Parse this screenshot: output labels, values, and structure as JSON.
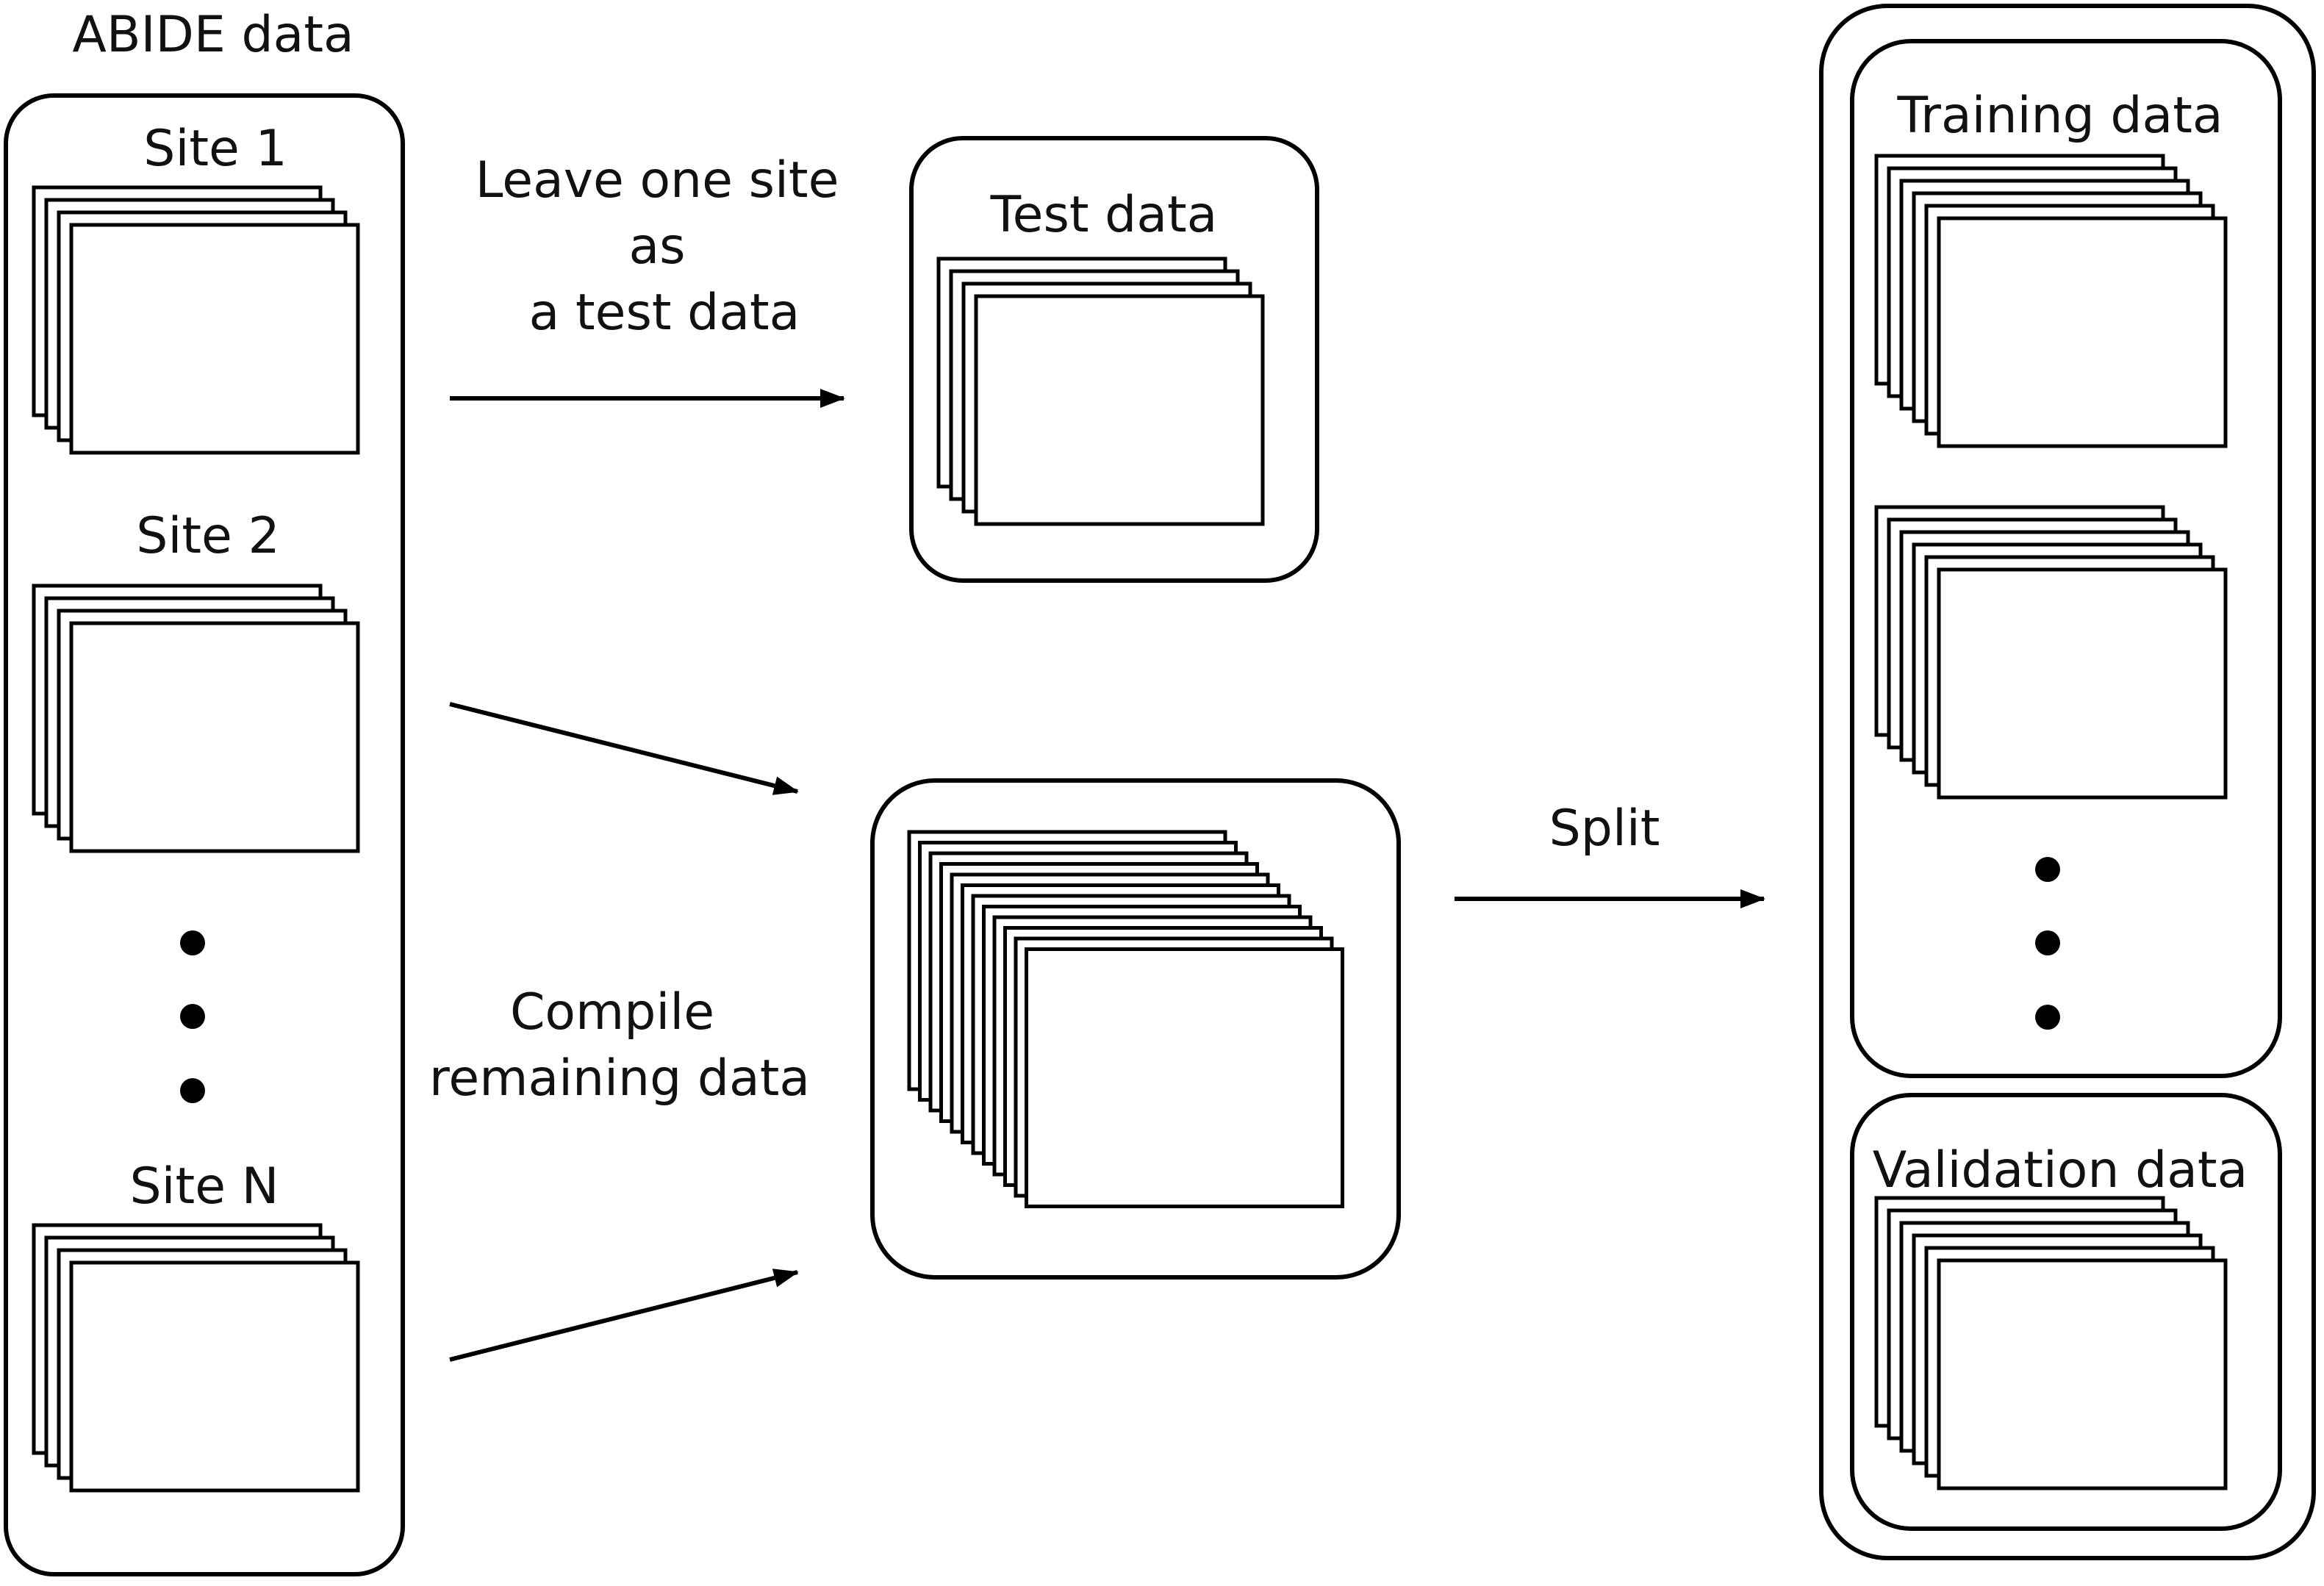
{
  "abide": {
    "title": "ABIDE data",
    "site1": "Site 1",
    "site2": "Site 2",
    "siteN": "Site N"
  },
  "arrows": {
    "leave_line1": "Leave one site",
    "leave_line2": "as",
    "leave_line3": "a test data",
    "compile_line1": "Compile",
    "compile_line2": "remaining data",
    "split": "Split"
  },
  "test": {
    "title": "Test data"
  },
  "split_result": {
    "training_title": "Training data",
    "validation_title": "Validation data"
  },
  "colors": {
    "ink": "#000000",
    "background": "#ffffff"
  }
}
